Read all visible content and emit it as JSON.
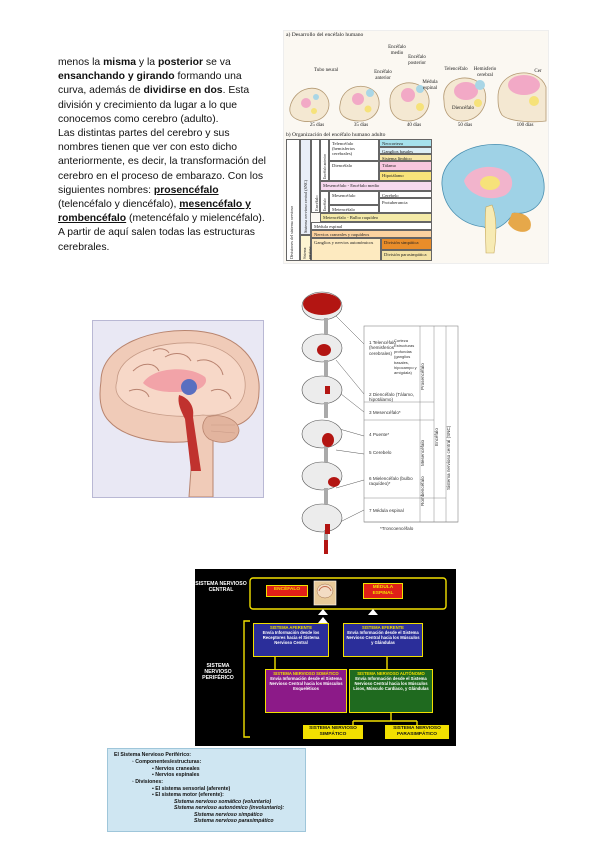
{
  "intro": {
    "t1": "menos la ",
    "b1": "misma",
    "t2": " y la ",
    "b2": "posterior",
    "t3": " se va ",
    "b3": "ensanchando y girando",
    "t4": " formando una curva, además de ",
    "b4": "dividirse en dos",
    "t5": ". Esta división y crecimiento da lugar a lo que conocemos como cerebro (adulto).",
    "t6": "Las distintas partes del cerebro y sus nombres tienen que ver con esto dicho anteriormente, es decir, la transformación del cerebro en el proceso de embarazo. Con los siguientes nombres: ",
    "u1": "prosencéfalo",
    "t7": " (telencéfalo y diencéfalo), ",
    "u2": "mesencéfalo y rombencéfalo",
    "t8": " (metencéfalo y mielencéfalo). A partir de aquí salen todas las estructuras cerebrales."
  },
  "fig1": {
    "caption_a": "a) Desarrollo del encéfalo humano",
    "caption_b": "b) Organización del encéfalo humano adulto",
    "stage_labels": [
      "Tubo neural",
      "Encéfalo medio",
      "Encéfalo anterior",
      "Encéfalo posterior",
      "Médula espinal",
      "Telencéfalo",
      "Hemisferio cerebral",
      "Diencéfalo",
      "Cer"
    ],
    "days": [
      "25 días",
      "35 días",
      "40 días",
      "50 días",
      "100 días"
    ],
    "rows": [
      "Telencéfalo (hemisferios cerebrales)",
      "Diencéfalo",
      "Mesencéfalo - Encéfalo medio",
      "Mesencéfalo",
      "Metencéfalo",
      "Metencéfalo - Bulbo raquídeo",
      "Médula espinal",
      "Nervios craneales y raquídeos",
      "Ganglios y nervios autonómicos"
    ],
    "structures": [
      "Neocorteza",
      "Ganglios basales",
      "Sistema límbico",
      "Tálamo",
      "Hipotálamo",
      "Cerebelo",
      "Protuberancia",
      "División simpática",
      "División parasimpática"
    ],
    "side_labels": [
      "Divisiones del sistema nervioso",
      "Sistema nervioso central (SNC)",
      "Sistema nervioso periférico"
    ],
    "region_labels": [
      "Encéfalo",
      "Encéfalo anterior",
      "Encéfalo posterior"
    ]
  },
  "fig3": {
    "items": [
      "1 Telencéfalo (hemisferios cerebrales)",
      "2 Diencéfalo (Tálamo, hipotálamo)",
      "3 Mesencéfalo*",
      "4 Puente*",
      "5 Cerebelo",
      "6 Mielencéfalo (bulbo raquídeo)*",
      "7 Médula espinal"
    ],
    "cortex_note": "Corteza Estructuras profundas (ganglios basales, hipocampo y amígdala)",
    "regions": [
      "Prosencéfalo",
      "Mesencéfalo",
      "Rombencéfalo",
      "Encéfalo",
      "Sistema nervioso central (SNC)"
    ],
    "footnote": "*Troncoencéfalo"
  },
  "fig4": {
    "snc_label": "SISTEMA NERVIOSO CENTRAL",
    "snp_label": "SISTEMA NERVIOSO PERIFÉRICO",
    "encefalo": "ENCÉFALO",
    "medula": "MÉDULA ESPINAL",
    "aferente_title": "SISTEMA AFERENTE",
    "aferente_text": "Envía Información desde los Receptores hacia el Sistema Nervioso Central",
    "eferente_title": "SISTEMA EFERENTE",
    "eferente_text": "Envía Información desde el Sistema Nervioso Central hacia los Músculos y Glándulas",
    "somatico_title": "SISTEMA NERVIOSO SOMÁTICO",
    "somatico_text": "Envía Información desde el Sistema Nervioso Central hacia los Músculos Esqueléticos",
    "autonomo_title": "SISTEMA NERVIOSO AUTÓNOMO",
    "autonomo_text": "Envía Información desde el Sistema Nervioso Central hacia los Músculos Lisos, Músculo Cardíaco, y Glándulas",
    "simpatico": "SISTEMA NERVIOSO SIMPÁTICO",
    "parasimpatico": "SISTEMA NERVIOSO PARASIMPÁTICO",
    "colors": {
      "background": "#000000",
      "yellow": "#f2e000",
      "red": "#e02018",
      "blue": "#2b2e9a",
      "purple": "#8c1a88",
      "green": "#1f6a1f"
    }
  },
  "fig5": {
    "l1": "El Sistema Nervioso Periférico:",
    "l2": "◦ Componentes/estructuras:",
    "l3": "▪ Nervios craneales",
    "l4": "▪ Nervios espinales",
    "l5": "◦ Divisiones:",
    "l6": "▪ El sistema sensorial (aferente)",
    "l7": "▪ El sistema motor (eferente):",
    "l8": "Sistema nervioso somático (voluntario)",
    "l9": "Sistema nervioso autonómico (involuntario):",
    "l10": "Sistema nervioso simpático",
    "l11": "Sistema nervioso parasimpático"
  }
}
